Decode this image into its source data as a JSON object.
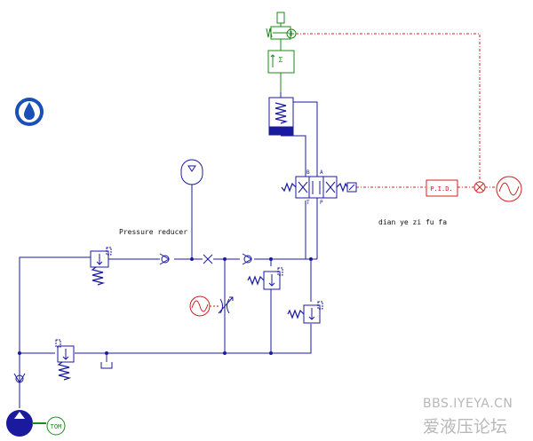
{
  "labels": {
    "pressure_reducer": "Pressure reducer",
    "servo_valve": "dian ye zi fu fa",
    "pid": "P.I.D.",
    "port_b": "B",
    "port_a": "A",
    "port_t": "T",
    "port_p": "P",
    "sum": "Σ"
  },
  "watermark": {
    "url": "BBS.IYEYA.CN",
    "cn": "爱液压论坛"
  },
  "colors": {
    "hydraulic_line": "#1a1a9e",
    "signal_line": "#cc2222",
    "mechanical": "#1a8a1a",
    "background": "#ffffff"
  },
  "icons": [
    "hydraulic-fluid-icon",
    "pump-icon",
    "motor-icon",
    "accumulator-icon",
    "tank-icon"
  ]
}
